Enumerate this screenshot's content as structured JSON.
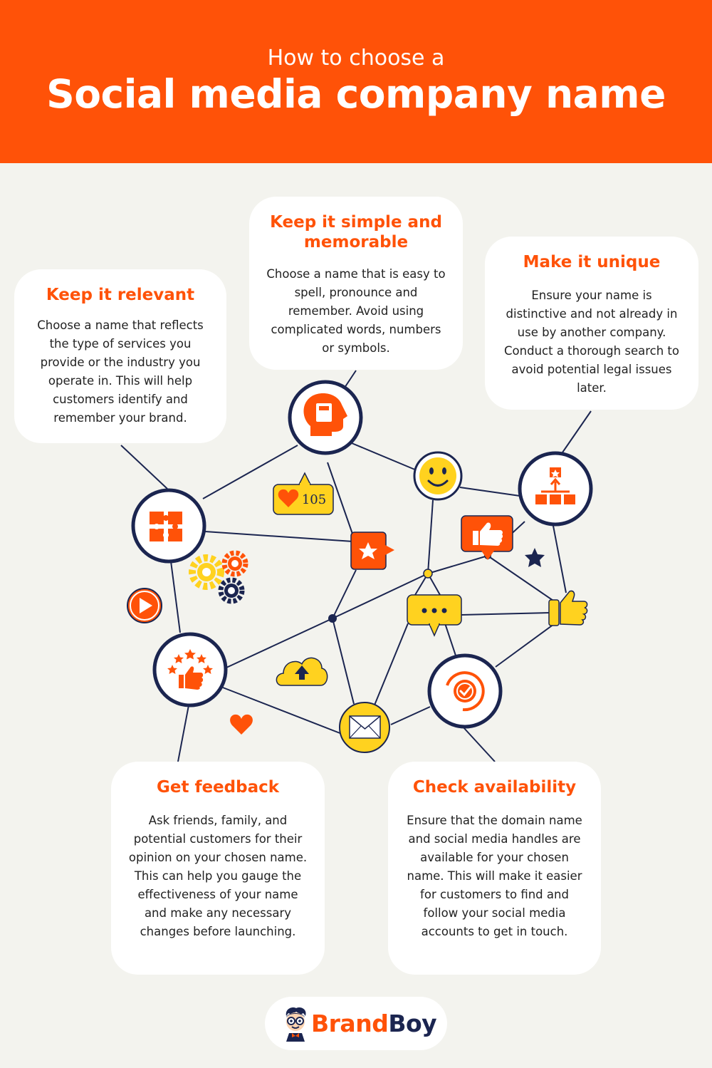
{
  "header": {
    "subtitle": "How to choose a",
    "title": "Social media company name"
  },
  "cards": {
    "relevant": {
      "title": "Keep it relevant",
      "text": "Choose a name that reflects the type of services you provide or the industry you operate in. This will help customers identify and remember your brand."
    },
    "simple": {
      "title": "Keep it simple and memorable",
      "text": "Choose a name that is easy to spell, pronounce and remember. Avoid using complicated words, numbers or symbols."
    },
    "unique": {
      "title": "Make it unique",
      "text": "Ensure your name is distinctive and not already in use by another company. Conduct a thorough search to avoid potential legal issues later."
    },
    "feedback": {
      "title": "Get feedback",
      "text": "Ask friends, family, and potential customers for their opinion on your chosen name. This can help you gauge the effectiveness of your name and make any necessary changes before launching."
    },
    "availability": {
      "title": "Check availability",
      "text": "Ensure that the domain name and social media handles are available for your chosen name. This will make it easier for customers to find and follow your social media accounts to get in touch."
    }
  },
  "like_badge": {
    "count": "105"
  },
  "logo": {
    "brand": "Brand",
    "boy": "Boy"
  },
  "colors": {
    "orange": "#FF5208",
    "navy": "#1B2550",
    "yellow": "#FFD21F",
    "background": "#F3F3EE"
  },
  "icons": [
    "head-book-icon",
    "smiley-icon",
    "hierarchy-icon",
    "puzzle-icon",
    "star-chat-icon",
    "thumbs-up-chat-icon",
    "gears-icon",
    "play-icon",
    "ellipsis-chat-icon",
    "thumbs-up-icon",
    "star-icon",
    "stars-rating-icon",
    "cloud-upload-icon",
    "heart-icon",
    "envelope-icon",
    "check-circle-icon",
    "mascot-icon"
  ]
}
